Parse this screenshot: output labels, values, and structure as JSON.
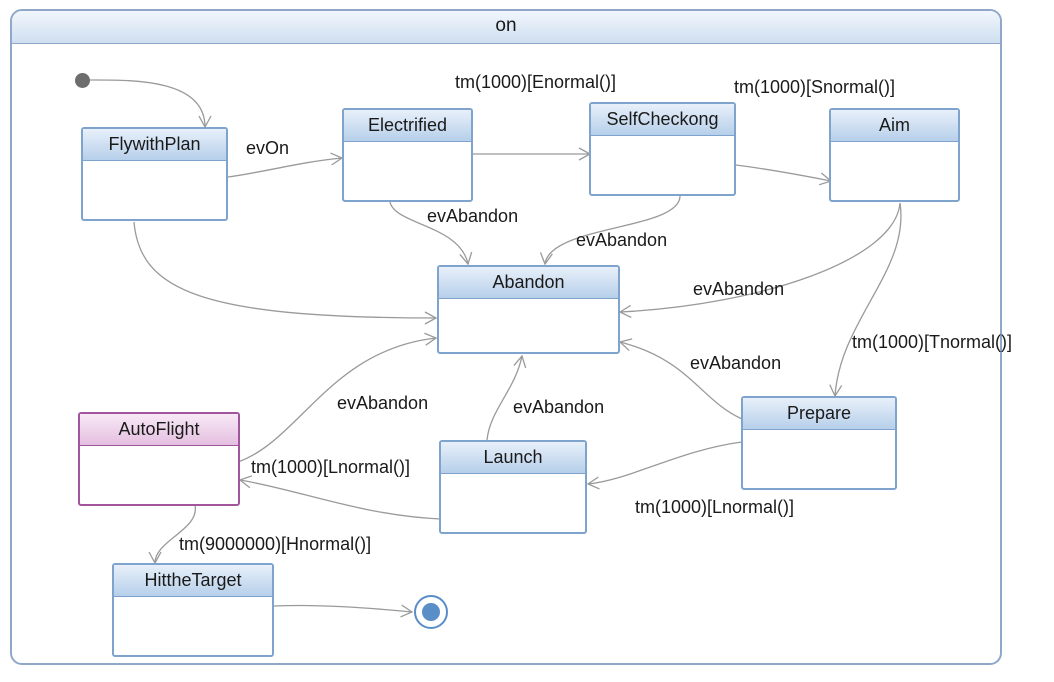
{
  "container": {
    "title": "on"
  },
  "states": {
    "flywithplan": "FlywithPlan",
    "electrified": "Electrified",
    "selfcheckong": "SelfCheckong",
    "aim": "Aim",
    "abandon": "Abandon",
    "autoflight": "AutoFlight",
    "launch": "Launch",
    "prepare": "Prepare",
    "hitthetarget": "HittheTarget"
  },
  "transitions": {
    "ev_on": "evOn",
    "enormal": "tm(1000)[Enormal()]",
    "snormal": "tm(1000)[Snormal()]",
    "abandon_electrified": "evAbandon",
    "abandon_selfcheck": "evAbandon",
    "abandon_aim": "evAbandon",
    "tnormal": "tm(1000)[Tnormal()]",
    "abandon_prepare": "evAbandon",
    "abandon_autoflight": "evAbandon",
    "abandon_launch": "evAbandon",
    "lnormal_launch": "tm(1000)[Lnormal()]",
    "lnormal_prepare": "tm(1000)[Lnormal()]",
    "hnormal": "tm(9000000)[Hnormal()]"
  },
  "colors": {
    "state_border": "#7ea3cd",
    "autoflight_border": "#a0559c",
    "edge": "#9a9a9a",
    "final_node": "#5a8ec7"
  }
}
